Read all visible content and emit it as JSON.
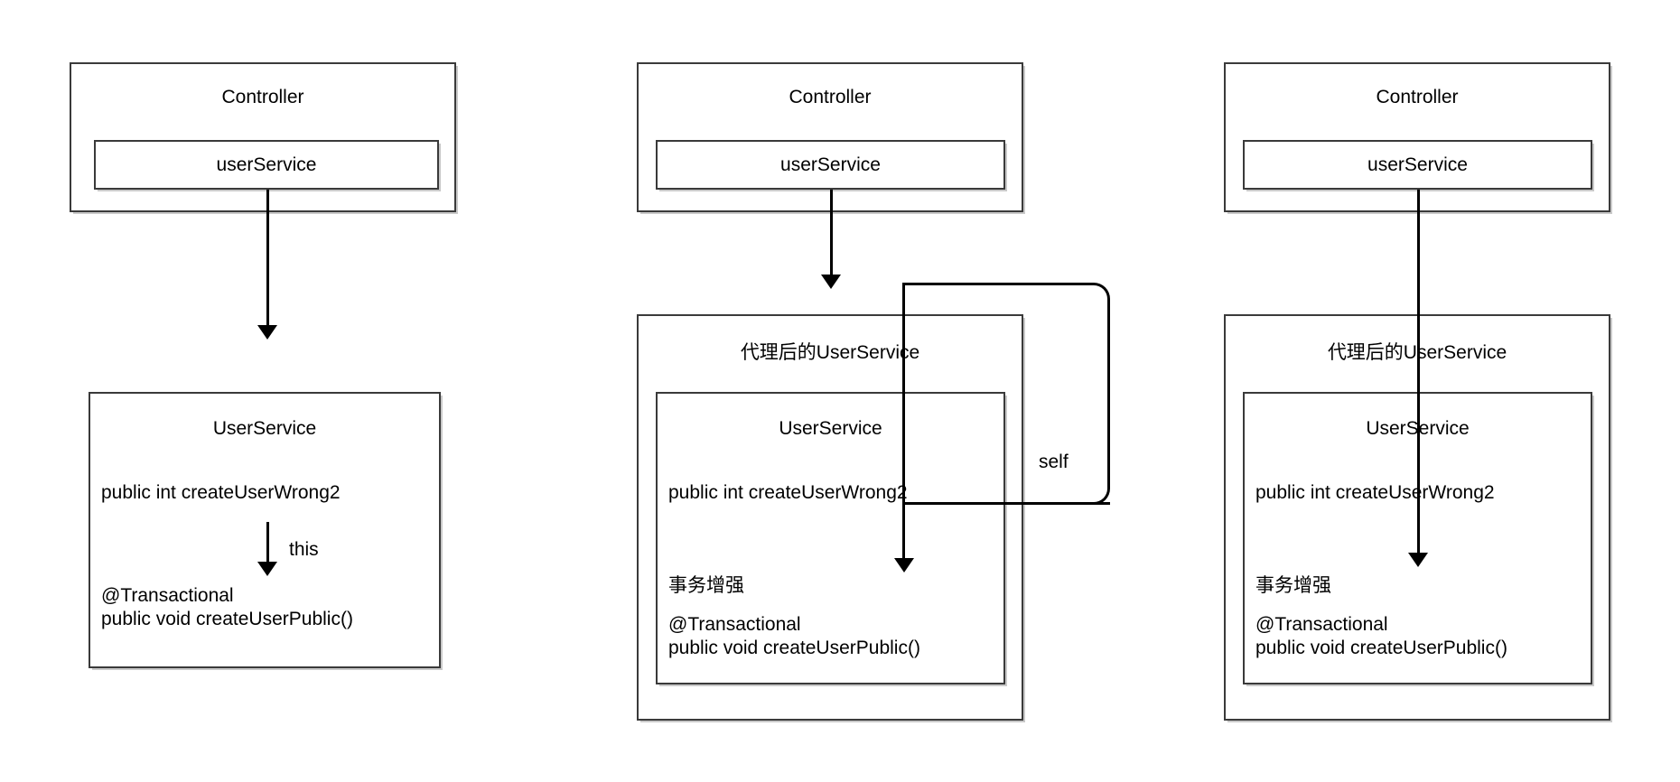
{
  "diagram": {
    "type": "uml-sequence-class",
    "title": "Spring @Transactional self-invocation diagrams",
    "background_color": "#ffffff",
    "border_color": "#3a3a3a",
    "shadow_color": "#c9c9c9",
    "arrow_color": "#000000",
    "text_color": "#000000",
    "panels": [
      {
        "id": "panel-1",
        "controller": {
          "title": "Controller",
          "field": "userService"
        },
        "service": {
          "title": "UserService",
          "rows": [
            "public int createUserWrong2",
            "",
            "@Transactional\npublic void createUserPublic()",
            ""
          ]
        },
        "edges": [
          {
            "id": "edge-controller-to-service",
            "label": ""
          },
          {
            "id": "edge-self-this",
            "label": "this"
          }
        ]
      },
      {
        "id": "panel-2",
        "controller": {
          "title": "Controller",
          "field": "userService"
        },
        "proxy": {
          "title": "代理后的UserService"
        },
        "service": {
          "title": "UserService",
          "rows": [
            "public int createUserWrong2",
            "",
            "事务增强",
            "@Transactional\npublic void createUserPublic()",
            ""
          ]
        },
        "edges": [
          {
            "id": "edge-controller-to-proxy",
            "label": ""
          },
          {
            "id": "edge-self-loop",
            "label": "self"
          }
        ]
      },
      {
        "id": "panel-3",
        "controller": {
          "title": "Controller",
          "field": "userService"
        },
        "proxy": {
          "title": "代理后的UserService"
        },
        "service": {
          "title": "UserService",
          "rows": [
            "public int createUserWrong2",
            "",
            "事务增强",
            "@Transactional\npublic void createUserPublic()",
            ""
          ]
        },
        "edges": [
          {
            "id": "edge-controller-through-to-advice",
            "label": ""
          }
        ]
      }
    ]
  }
}
